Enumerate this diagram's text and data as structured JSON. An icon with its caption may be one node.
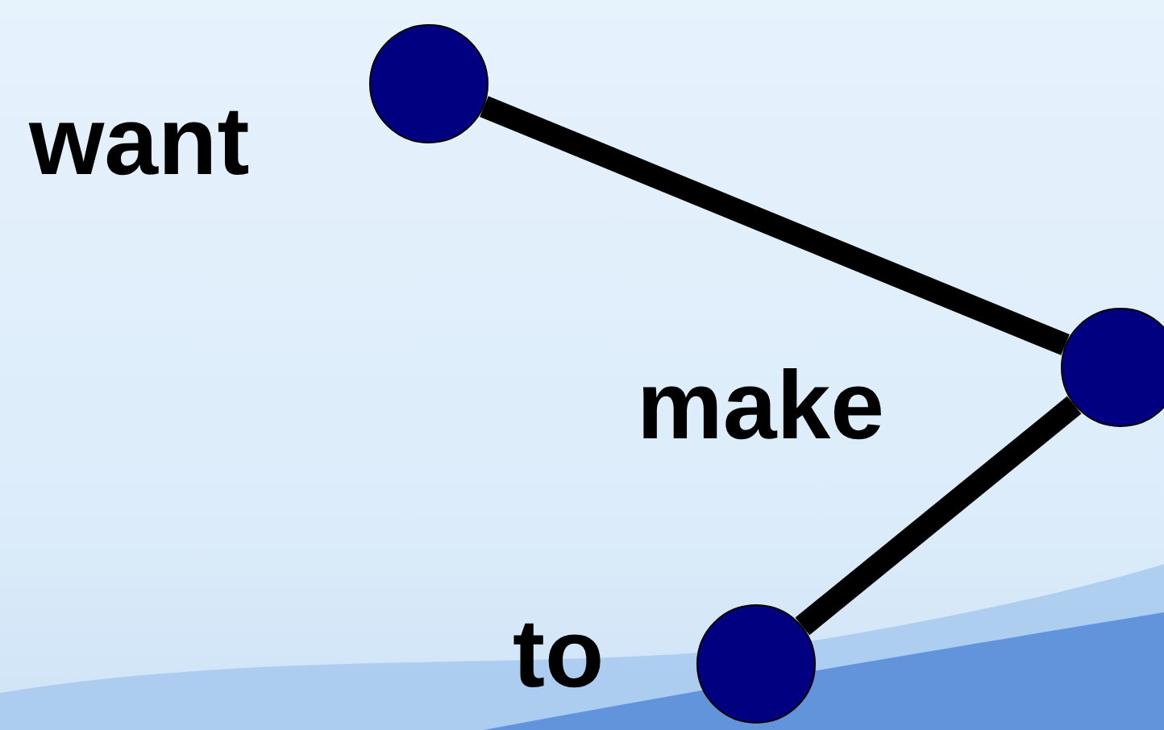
{
  "diagram": {
    "nodes": [
      {
        "text": [],
        "shape": "circle",
        "beside": [
          "want"
        ]
      },
      {
        "text": [],
        "shape": "circle",
        "beside": [
          "make"
        ]
      },
      {
        "text": [],
        "shape": "circle",
        "beside": [
          "to"
        ]
      }
    ],
    "edges": [
      {
        "from": 0,
        "to": 1,
        "arrow": "none"
      },
      {
        "from": 1,
        "to": 2,
        "arrow": "none"
      }
    ]
  }
}
